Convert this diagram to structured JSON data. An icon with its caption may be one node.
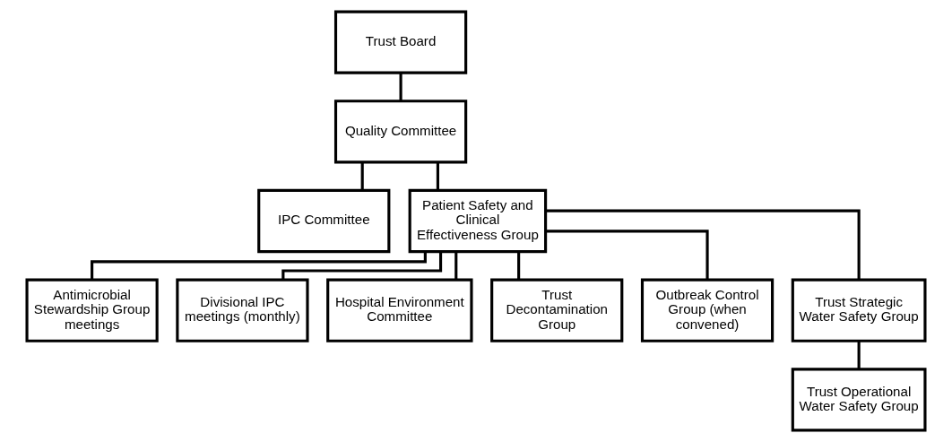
{
  "diagram": {
    "nodes": [
      {
        "text": [
          "Trust Board"
        ]
      },
      {
        "text": [
          "Quality Committee"
        ]
      },
      {
        "text": [
          "IPC Committee"
        ]
      },
      {
        "text": [
          "Patient Safety and Clinical Effectiveness Group"
        ]
      },
      {
        "text": [
          "Antimicrobial Stewardship Group meetings"
        ]
      },
      {
        "text": [
          "Divisional IPC meetings (monthly)"
        ]
      },
      {
        "text": [
          "Hospital Environment Committee"
        ]
      },
      {
        "text": [
          "Trust Decontamination Group"
        ]
      },
      {
        "text": [
          "Outbreak Control Group (when convened)"
        ]
      },
      {
        "text": [
          "Trust Strategic Water Safety Group"
        ]
      },
      {
        "text": [
          "Trust Operational Water Safety Group"
        ]
      }
    ],
    "edges": [
      {
        "from": 0,
        "to": 1,
        "arrow": "none"
      },
      {
        "from": 1,
        "to": 2,
        "arrow": "none"
      },
      {
        "from": 1,
        "to": 3,
        "arrow": "none"
      },
      {
        "from": 3,
        "to": 4,
        "arrow": "none"
      },
      {
        "from": 3,
        "to": 5,
        "arrow": "none"
      },
      {
        "from": 3,
        "to": 6,
        "arrow": "none"
      },
      {
        "from": 3,
        "to": 7,
        "arrow": "none"
      },
      {
        "from": 3,
        "to": 8,
        "arrow": "none"
      },
      {
        "from": 3,
        "to": 9,
        "arrow": "none"
      },
      {
        "from": 9,
        "to": 10,
        "arrow": "none"
      }
    ]
  }
}
